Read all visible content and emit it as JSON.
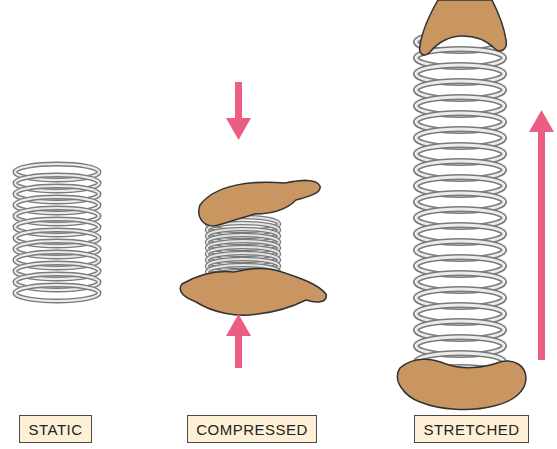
{
  "diagram": {
    "nodes": [
      {
        "text": [
          "STATIC"
        ]
      },
      {
        "text": [
          "COMPRESSED"
        ]
      },
      {
        "text": [
          "STRETCHED"
        ]
      }
    ]
  }
}
